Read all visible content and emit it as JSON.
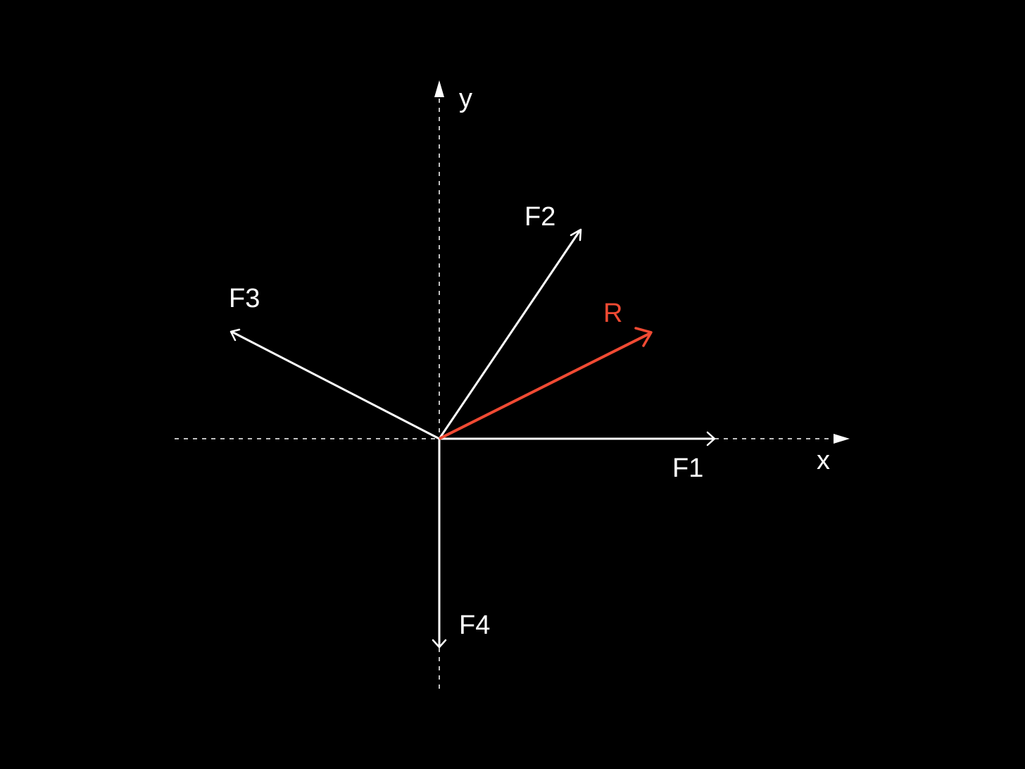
{
  "colors": {
    "background": "#000000",
    "vector": "#ffffff",
    "resultant": "#f04a33",
    "axis": "#ffffff"
  },
  "axes": {
    "x_label": "x",
    "y_label": "y"
  },
  "vectors": [
    {
      "id": "F1",
      "label": "F1",
      "color": "#ffffff"
    },
    {
      "id": "F2",
      "label": "F2",
      "color": "#ffffff"
    },
    {
      "id": "F3",
      "label": "F3",
      "color": "#ffffff"
    },
    {
      "id": "F4",
      "label": "F4",
      "color": "#ffffff"
    },
    {
      "id": "R",
      "label": "R",
      "color": "#f04a33"
    }
  ]
}
